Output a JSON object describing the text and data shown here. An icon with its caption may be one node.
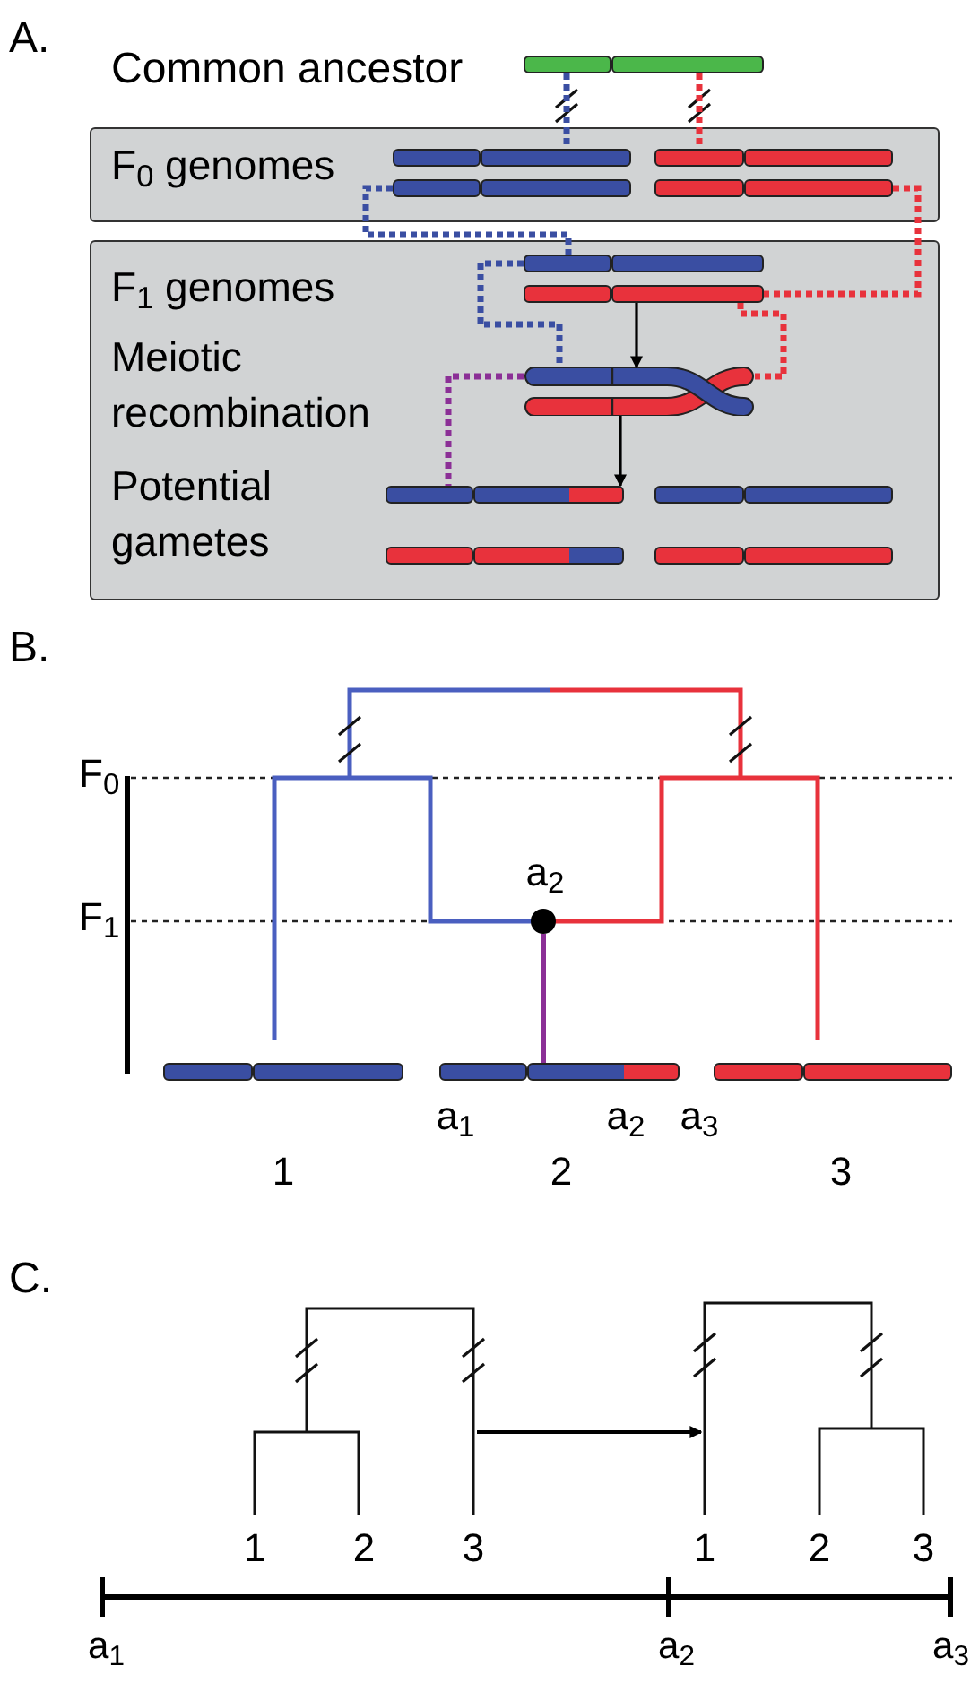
{
  "diagram": {
    "nodes": [
      {
        "text": [],
        "shape": "bar"
      },
      {
        "text": [
          "F$_{0}$ genomes"
        ]
      },
      {
        "text": [],
        "shape": "bar",
        "in": 1
      },
      {
        "text": [],
        "shape": "bar",
        "in": 1
      },
      {
        "text": [],
        "shape": "bar",
        "in": 1
      },
      {
        "text": [],
        "shape": "bar",
        "in": 1
      },
      {
        "text": [
          "F$_{1}$ genomes",
          "Meiotic recombination",
          "Potential gametes"
        ]
      },
      {
        "text": [],
        "shape": "bar",
        "in": 6
      },
      {
        "text": [],
        "shape": "bar",
        "in": 6
      },
      {
        "text": [],
        "shape": "bar",
        "in": 6
      },
      {
        "text": [],
        "shape": "bar",
        "in": 6
      },
      {
        "text": [],
        "shape": "bar",
        "in": 6
      },
      {
        "text": [],
        "shape": "bar",
        "in": 6
      },
      {
        "text": [],
        "shape": "bar",
        "in": 6
      },
      {
        "text": [],
        "shape": "bar",
        "in": 6
      },
      {
        "text": [],
        "shape": "circle",
        "beside": [
          "a$_{2}$"
        ]
      },
      {
        "text": [],
        "shape": "bar",
        "beside": [
          "1"
        ]
      },
      {
        "text": [],
        "shape": "bar",
        "beside": [
          "a$_{1}$",
          "a$_{2}$",
          "a$_{3}$",
          "2"
        ]
      },
      {
        "text": [],
        "shape": "bar",
        "beside": [
          "3"
        ]
      },
      {
        "text": [],
        "shape": "tree",
        "beside": [
          "1",
          "2",
          "3"
        ]
      },
      {
        "text": [],
        "shape": "tree",
        "beside": [
          "1",
          "2",
          "3"
        ]
      }
    ],
    "edges": [
      {
        "from": 0,
        "to": 2,
        "arrow": "none",
        "style": "dashed",
        "color": "#3a4ea2"
      },
      {
        "from": 0,
        "to": 4,
        "arrow": "none",
        "style": "dashed",
        "color": "#e8323c"
      },
      {
        "from": 3,
        "to": 7,
        "arrow": "none",
        "style": "dashed",
        "color": "#3a4ea2"
      },
      {
        "from": 5,
        "to": 8,
        "arrow": "none",
        "style": "dashed",
        "color": "#e8323c"
      },
      {
        "from": 7,
        "to": 9,
        "arrow": "none",
        "style": "dashed",
        "color": "#3a4ea2"
      },
      {
        "from": 8,
        "to": 10,
        "arrow": "none",
        "style": "dashed",
        "color": "#e8323c"
      },
      {
        "from": 8,
        "to": 9,
        "arrow": "to",
        "color": "#000000"
      },
      {
        "from": 10,
        "to": 11,
        "arrow": "to",
        "color": "#000000"
      },
      {
        "from": 9,
        "to": 11,
        "arrow": "none",
        "style": "dashed",
        "color": "#8b2f96"
      },
      {
        "from": 15,
        "to": 17,
        "arrow": "none",
        "color": "#8b2f96"
      },
      {
        "from": 19,
        "to": 20,
        "arrow": "to",
        "color": "#000000"
      }
    ],
    "labels": [
      "A.",
      "Common ancestor",
      "B.",
      "F$_{0}$",
      "F$_{1}$",
      "C.",
      "a$_{1}$",
      "a$_{2}$",
      "a$_{3}$"
    ]
  }
}
